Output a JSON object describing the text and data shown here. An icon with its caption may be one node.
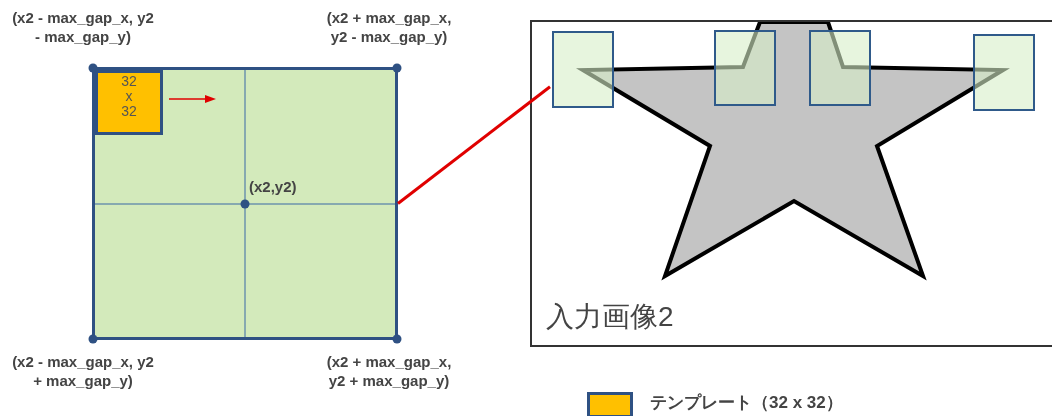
{
  "diagram": {
    "nodes": [
      {
        "text": [],
        "shape": "box"
      },
      {
        "text": [
          "32 x 32"
        ],
        "in": 0
      },
      {
        "text": [
          "入力画像2"
        ]
      },
      {
        "text": [],
        "shape": "box",
        "in": 2
      },
      {
        "text": [],
        "shape": "box",
        "in": 2
      },
      {
        "text": [],
        "shape": "box",
        "in": 2
      },
      {
        "text": [],
        "shape": "box",
        "in": 2
      }
    ],
    "edges": [
      {
        "from": 0,
        "to": 3,
        "arrow": "none",
        "color": "#e00000"
      }
    ],
    "labels": [
      "(x2 - max_gap_x, y2 - max_gap_y)",
      "(x2 + max_gap_x, y2 - max_gap_y)",
      "(x2,y2)",
      "(x2 - max_gap_x, y2 + max_gap_y)",
      "(x2 + max_gap_x, y2 + max_gap_y)"
    ],
    "legend": [
      {
        "text": "テンプレート（32 x 32）",
        "color": "#ffc000"
      }
    ]
  }
}
